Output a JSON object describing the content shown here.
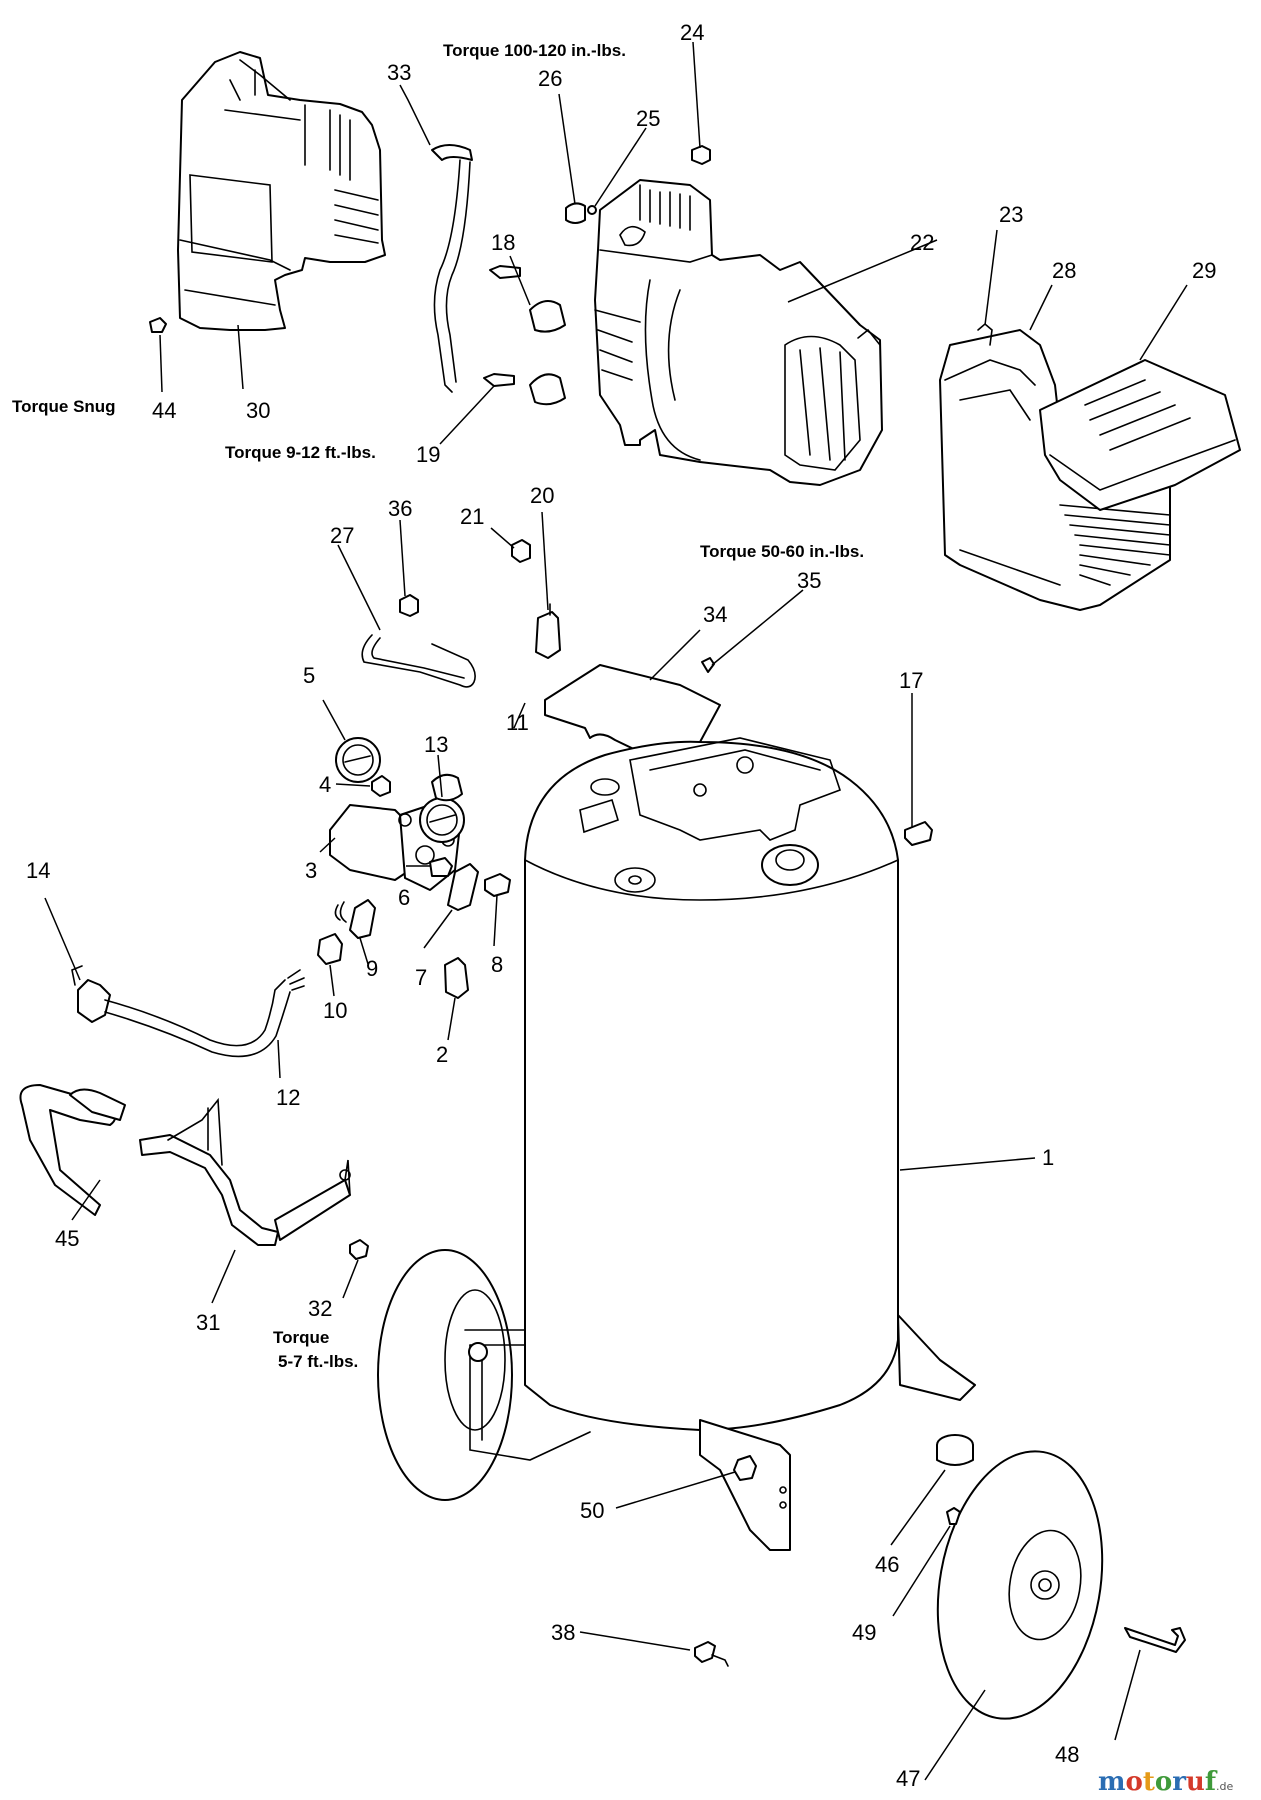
{
  "diagram": {
    "callouts": [
      "1",
      "2",
      "3",
      "4",
      "5",
      "6",
      "7",
      "8",
      "9",
      "10",
      "11",
      "12",
      "13",
      "14",
      "17",
      "18",
      "19",
      "20",
      "21",
      "22",
      "23",
      "24",
      "25",
      "26",
      "27",
      "28",
      "29",
      "30",
      "31",
      "32",
      "33",
      "34",
      "35",
      "36",
      "38",
      "44",
      "45",
      "46",
      "47",
      "48",
      "49",
      "50"
    ],
    "notes": {
      "torque_100_120": "Torque 100-120 in.-lbs.",
      "torque_snug": "Torque Snug",
      "torque_9_12": "Torque 9-12 ft.-lbs.",
      "torque_50_60": "Torque 50-60 in.-lbs.",
      "torque_5_7_line1": "Torque",
      "torque_5_7_line2": "5-7 ft.-lbs."
    }
  },
  "watermark": {
    "letters": [
      "m",
      "o",
      "t",
      "o",
      "r",
      "u",
      "f"
    ],
    "letter_colors": [
      "#2a6db3",
      "#d43a2a",
      "#e59a18",
      "#3f9a3a",
      "#2a6db3",
      "#d43a2a",
      "#3f9a3a"
    ],
    "suffix": ".de"
  }
}
